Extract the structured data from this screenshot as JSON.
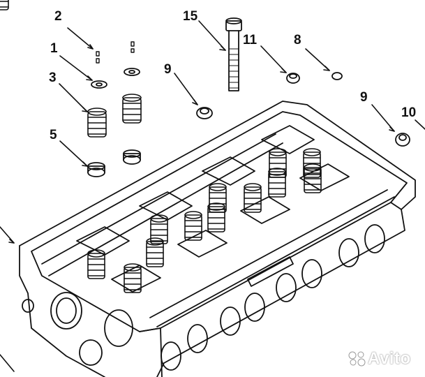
{
  "diagram": {
    "callouts": [
      {
        "id": "c2",
        "label": "2"
      },
      {
        "id": "c1",
        "label": "1"
      },
      {
        "id": "c3",
        "label": "3"
      },
      {
        "id": "c5",
        "label": "5"
      },
      {
        "id": "c9a",
        "label": "9"
      },
      {
        "id": "c15",
        "label": "15"
      },
      {
        "id": "c11",
        "label": "11"
      },
      {
        "id": "c8",
        "label": "8"
      },
      {
        "id": "c9b",
        "label": "9"
      },
      {
        "id": "c10",
        "label": "10"
      }
    ],
    "watermark": "Avito"
  },
  "colors": {
    "ink": "#111111",
    "paper": "#ffffff"
  }
}
